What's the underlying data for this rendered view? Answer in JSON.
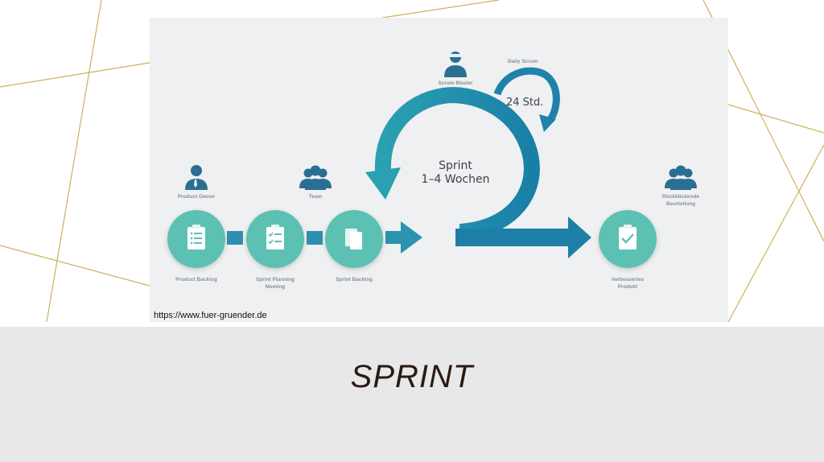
{
  "slide": {
    "title": "SPRINT",
    "source": "https://www.fuer-gruender.de"
  },
  "diagram": {
    "roles": {
      "product_owner": "Product Owner",
      "team": "Team",
      "scrum_master": "Scrum Master",
      "retrospective_line1": "Rückblickende",
      "retrospective_line2": "Beurteilung"
    },
    "steps": {
      "product_backlog": "Product Backlog",
      "sprint_planning_line1": "Sprint Planning",
      "sprint_planning_line2": "Meeting",
      "sprint_backlog": "Sprint Backlog",
      "product_line1": "Verbessertes",
      "product_line2": "Produkt"
    },
    "daily_scrum": "Daily Scrum",
    "daily_cycle": "24 Std.",
    "sprint_line1": "Sprint",
    "sprint_line2": "1–4 Wochen"
  },
  "colors": {
    "teal": "#5cc1b2",
    "arrow_blue": "#1f82aa",
    "arrow_teal": "#2aa0b1",
    "person": "#2a6f93",
    "gold_lines": "#cdb25c"
  }
}
